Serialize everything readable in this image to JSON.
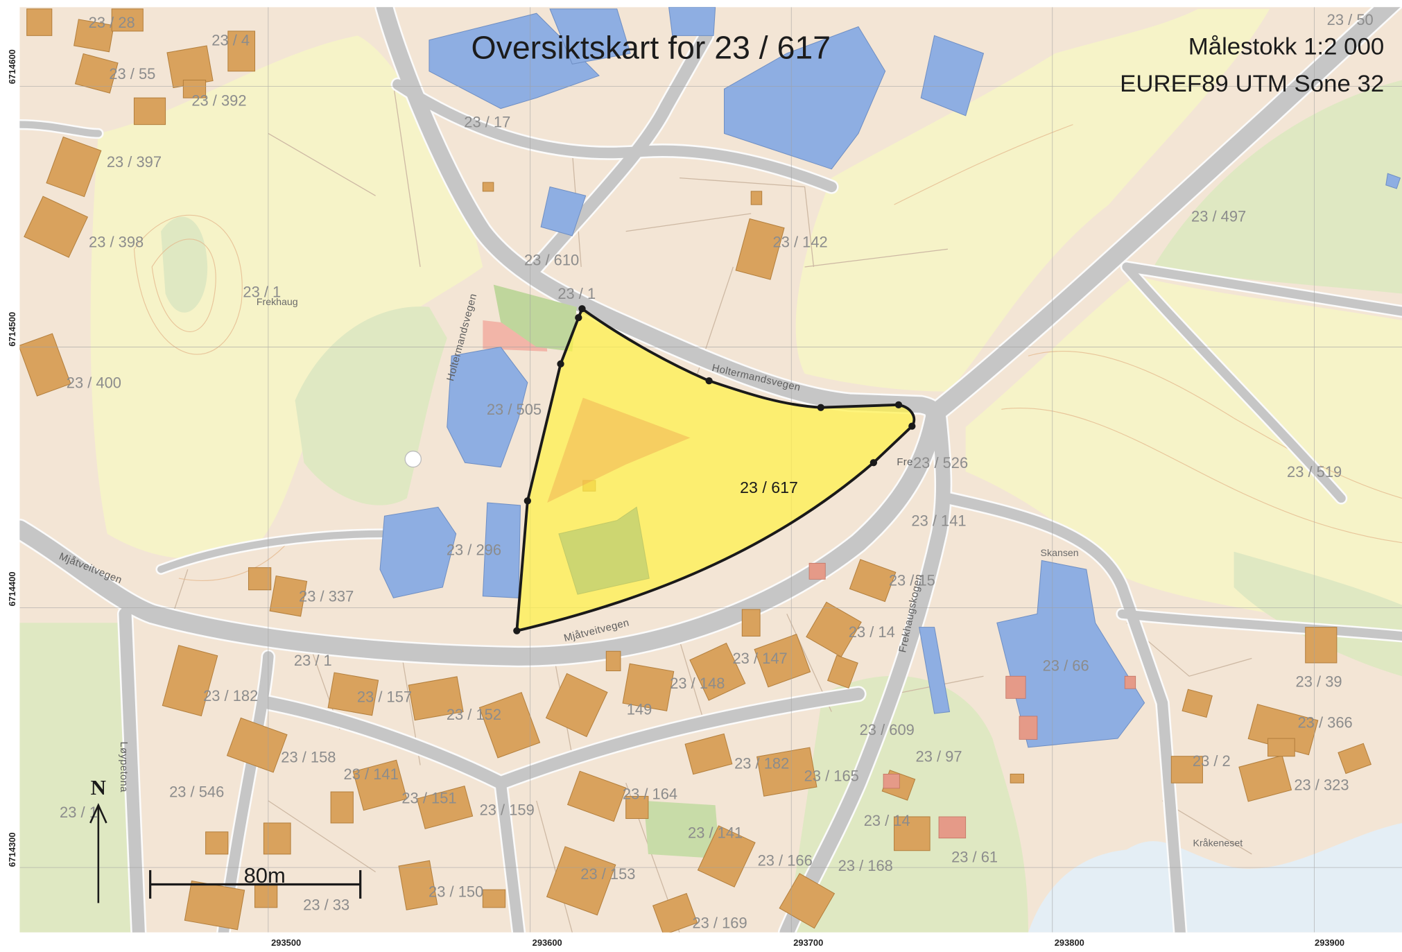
{
  "map": {
    "title": "Oversiktskart for 23 / 617",
    "scale_text": "Målestokk 1:2 000",
    "crs_text": "EUREF89 UTM Sone 32",
    "north_label": "N",
    "scalebar_label": "80m",
    "northing_ticks": [
      "6714600",
      "6714500",
      "6714400",
      "6714300"
    ],
    "easting_ticks": [
      "293500",
      "293600",
      "293700",
      "293800",
      "293900"
    ],
    "highlight_parcel": "23 / 617",
    "parcel_labels": [
      "23 / 28",
      "23 / 4",
      "23 / 55",
      "23 / 392",
      "23 / 397",
      "23 / 398",
      "23 / 1",
      "23 / 400",
      "23 / 17",
      "23 / 610",
      "23 / 142",
      "23 / 497",
      "23 / 50",
      "23 / 1",
      "23 / 505",
      "23 / 526",
      "23 / 519",
      "23 / 141",
      "23 / 296",
      "23 / 337",
      "23 / 15",
      "23 / 1",
      "23 / 14",
      "23 / 147",
      "23 / 148",
      "149",
      "23 / 66",
      "23 / 39",
      "23 / 182",
      "23 / 157",
      "23 / 152",
      "23 / 366",
      "23 / 609",
      "23 / 97",
      "23 / 158",
      "23 / 182",
      "23 / 165",
      "23 / 2",
      "23 / 323",
      "23 / 141",
      "23 / 546",
      "23 / 151",
      "23 / 164",
      "23 / 159",
      "23 / 1",
      "23 / 14",
      "23 / 141",
      "23 / 166",
      "23 / 168",
      "23 / 61",
      "23 / 153",
      "23 / 150",
      "23 / 33",
      "23 / 169"
    ],
    "place_names": [
      "Frekhaug",
      "Skansen",
      "Kråkeneset"
    ],
    "road_names": [
      "Holtermandsvegen",
      "Holtermandsvegen",
      "Mjåtveitvegen",
      "Mjåtveitvegen",
      "Frekhaugskogen",
      "Løypetona",
      "Fre"
    ],
    "colors": {
      "background": "#f3e5d5",
      "open_land": "#f6f3c8",
      "green": "#dfe8c2",
      "water": "#e4eef5",
      "road": "#c6c6c6",
      "road_casing": "#fbfbfb",
      "building_blue": "#8eaee2",
      "building_orange": "#d9a25d",
      "building_red": "#e59a88",
      "parcel_fill": "#fff14a",
      "boundary": "#1a1a1a",
      "grid": "#a0a0a0"
    }
  }
}
